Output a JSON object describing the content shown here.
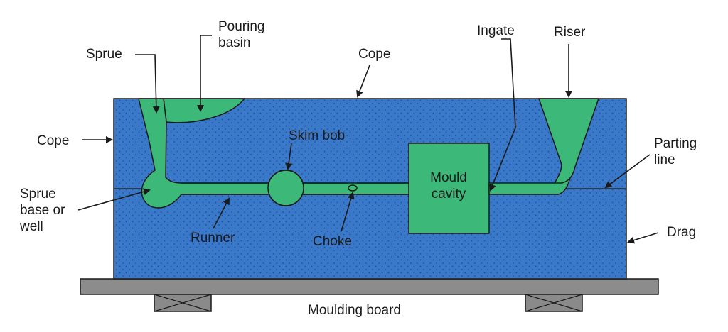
{
  "labels": {
    "pouring_basin": "Pouring\nbasin",
    "sprue": "Sprue",
    "cope_top": "Cope",
    "ingate": "Ingate",
    "riser": "Riser",
    "cope_left": "Cope",
    "skim_bob": "Skim bob",
    "mould_cavity": "Mould\ncavity",
    "parting_line": "Parting\nline",
    "sprue_base": "Sprue\nbase or\nwell",
    "runner": "Runner",
    "choke": "Choke",
    "drag": "Drag",
    "moulding_board": "Moulding board"
  },
  "colors": {
    "sand": "#3a78c9",
    "sand_dots": "#1f4f8f",
    "metal": "#3cb878",
    "outline": "#1a1a1a",
    "board": "#8c8c8c",
    "support": "#8a8a8a"
  }
}
